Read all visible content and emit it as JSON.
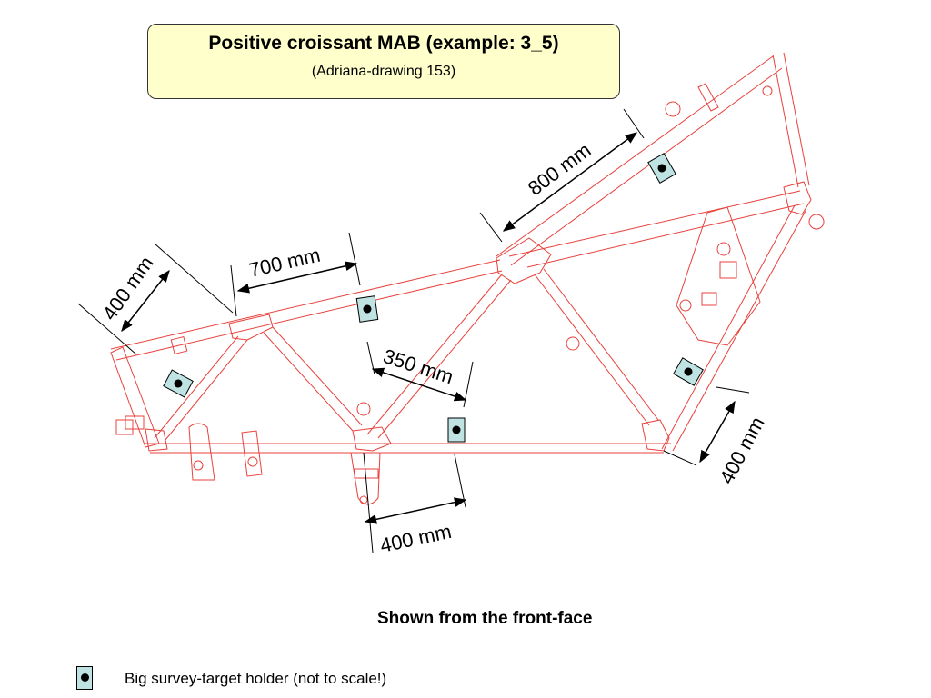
{
  "title": "Positive croissant MAB (example: 3_5)",
  "subtitle": "(Adriana-drawing 153)",
  "dimensions": {
    "d800": "800 mm",
    "d700": "700 mm",
    "d400_left": "400 mm",
    "d350": "350 mm",
    "d400_right": "400 mm",
    "d400_bottom": "400 mm"
  },
  "caption": "Shown from the front-face",
  "legend": {
    "label": "Big survey-target holder (not to scale!)"
  },
  "colors": {
    "frame": "#e8413c",
    "holder": "#bfe3e3",
    "title_bg": "#ffffcc"
  }
}
